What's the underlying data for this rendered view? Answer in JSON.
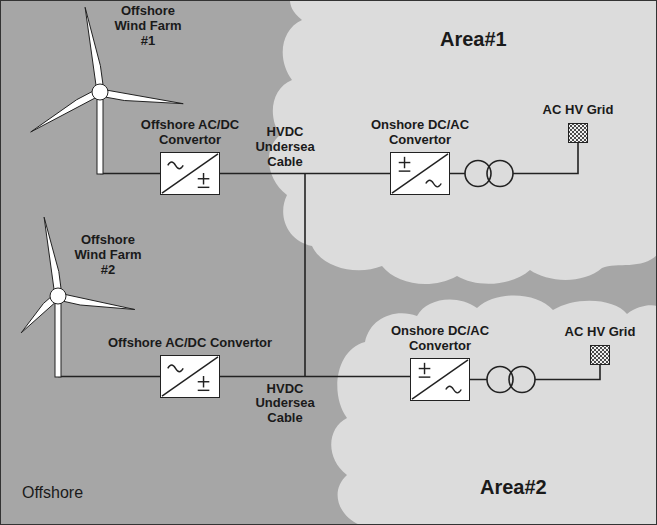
{
  "diagram": {
    "nodes": [
      {
        "text": [
          "Area#1"
        ]
      },
      {
        "text": [
          "Area#2"
        ]
      },
      {
        "text": [
          "Offshore AC/DC Convertor"
        ]
      },
      {
        "text": [
          "Offshore AC/DC Convertor"
        ]
      },
      {
        "text": [
          "Onshore DC/AC Convertor"
        ],
        "in": 0
      },
      {
        "text": [
          "Onshore DC/AC Convertor"
        ],
        "in": 1
      },
      {
        "text": [
          "AC HV Grid"
        ],
        "in": 0
      },
      {
        "text": [
          "AC HV Grid"
        ],
        "in": 1
      }
    ],
    "edges": [
      {
        "from": 2,
        "to": 4,
        "label": "HVDC Undersea Cable",
        "arrow": "none"
      },
      {
        "from": 3,
        "to": 5,
        "label": "HVDC Undersea Cable",
        "arrow": "none"
      },
      {
        "from": 4,
        "to": 6,
        "arrow": "none"
      },
      {
        "from": 5,
        "to": 7,
        "arrow": "none"
      }
    ],
    "labels": [
      "Offshore Wind Farm #1",
      "Offshore Wind Farm #2",
      "Offshore"
    ]
  }
}
